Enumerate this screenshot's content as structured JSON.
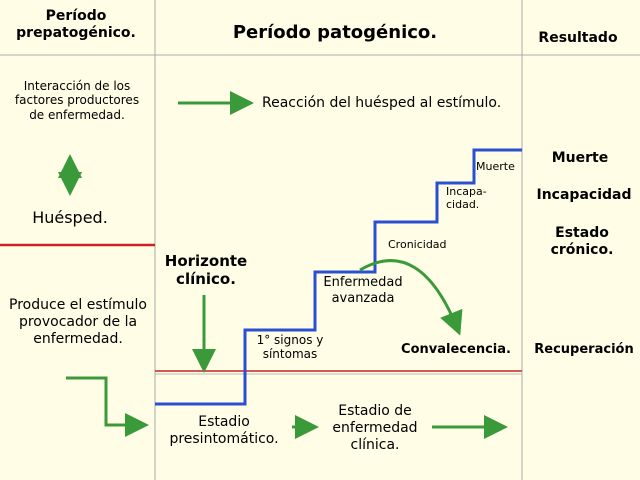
{
  "headers": {
    "prepathogenic": "Período prepatogénico.",
    "pathogenic": "Período patogénico.",
    "outcome": "Resultado"
  },
  "left_column": {
    "interaction": "Interacción de los factores productores de enfermedad.",
    "host": "Huésped.",
    "stimulus": "Produce el estímulo provocador de la enfermedad."
  },
  "middle": {
    "host_reaction": "Reacción del huésped al estímulo.",
    "clinical_horizon": "Horizonte clínico.",
    "first_signs": "1° signos y síntomas",
    "advanced_disease": "Enfermedad avanzada",
    "chronicity": "Cronicidad",
    "disability_stair": "Incapa- cidad.",
    "death_stair": "Muerte",
    "convalescence": "Convalecencia.",
    "presymptomatic_stage": "Estadio presintomático.",
    "clinical_stage": "Estadio de enfermedad clínica."
  },
  "outcomes": {
    "death": "Muerte",
    "disability": "Incapacidad",
    "chronic_state": "Estado crónico.",
    "recovery": "Recuperación"
  },
  "colors": {
    "background": "#fffde6",
    "arrow_green": "#3a9a3a",
    "stair_blue": "#2a4fd0",
    "divider_red": "#cc2222",
    "grid_line": "#aaaaaa"
  }
}
